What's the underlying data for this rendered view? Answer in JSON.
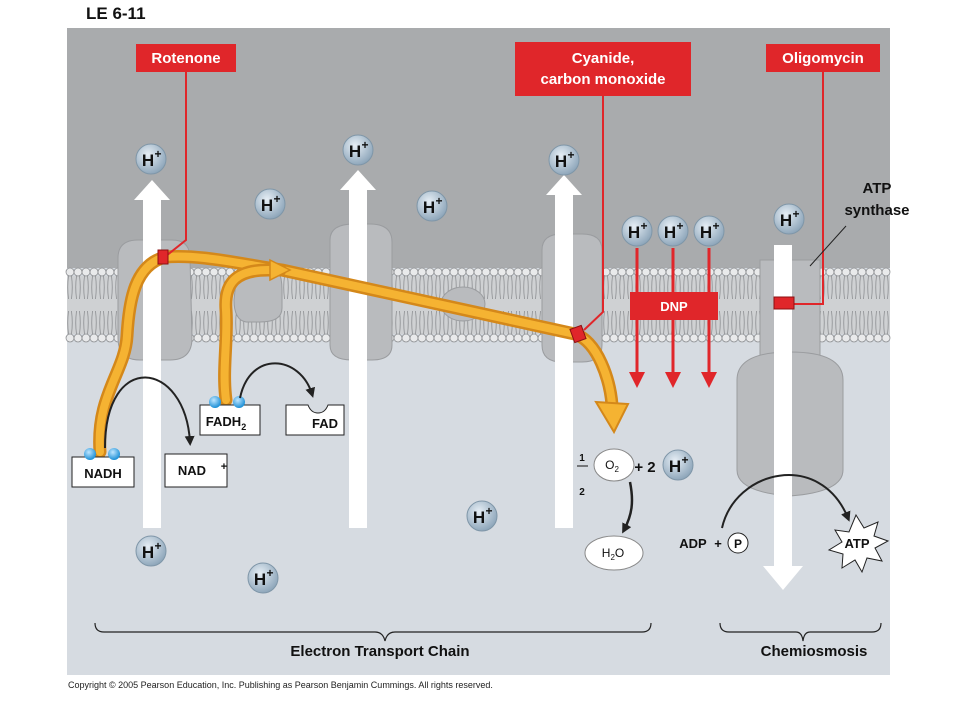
{
  "title": "LE 6-11",
  "inhibitors": {
    "rotenone": "Rotenone",
    "cyanide_line1": "Cyanide,",
    "cyanide_line2": "carbon monoxide",
    "oligomycin": "Oligomycin",
    "dnp": "DNP"
  },
  "proton": {
    "base": "H",
    "charge": "+"
  },
  "atp_synthase": {
    "line1": "ATP",
    "line2": "synthase"
  },
  "carriers": {
    "nadh": "NADH",
    "nad": "NAD",
    "nad_charge": "+",
    "fadh": "FADH",
    "fadh_sub": "2",
    "fad": "FAD"
  },
  "oxygen": {
    "frac_num": "1",
    "frac_den": "2",
    "o_base": "O",
    "o_sub": "2",
    "plus_two": "+ 2"
  },
  "water": {
    "h": "H",
    "sub": "2",
    "o": "O"
  },
  "atp_reaction": {
    "adp": "ADP",
    "plus": "+",
    "p": "P",
    "atp": "ATP"
  },
  "sections": {
    "etc": "Electron Transport Chain",
    "chemiosmosis": "Chemiosmosis"
  },
  "copyright": "Copyright © 2005 Pearson Education, Inc. Publishing as Pearson Benjamin Cummings. All rights reserved.",
  "colors": {
    "inhibitor_red": "#e0262a",
    "electron_path": "#f5a623",
    "proton_ball": "#9fb4c6",
    "matrix": "#d6dbe1",
    "intermembrane": "#a9abad"
  }
}
